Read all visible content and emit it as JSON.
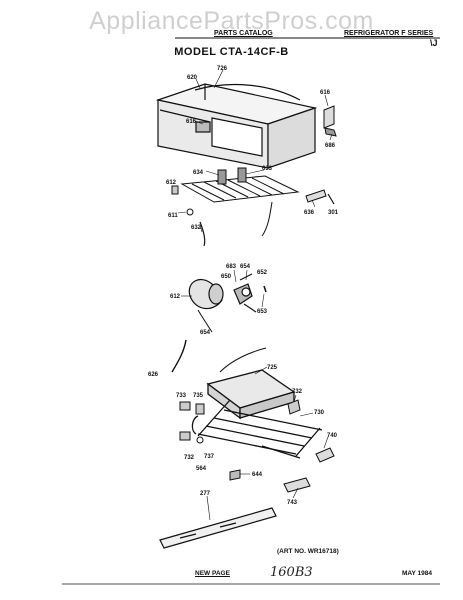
{
  "watermark": "AppliancePartsPros.com",
  "header": {
    "left": "PARTS CATALOG",
    "right": "REFRIGERATOR F SERIES",
    "mark": "\\J"
  },
  "model_title": "MODEL CTA-14CF-B",
  "footer": {
    "art_no": "(ART NO. WR16718)",
    "new_page": "NEW PAGE",
    "handwritten": "160B3",
    "date": "MAY 1984"
  },
  "part_labels": [
    {
      "id": "p726",
      "text": "726"
    },
    {
      "id": "p620",
      "text": "620"
    },
    {
      "id": "p616a",
      "text": "616"
    },
    {
      "id": "p616b",
      "text": "616"
    },
    {
      "id": "p686",
      "text": "686"
    },
    {
      "id": "p634",
      "text": "634"
    },
    {
      "id": "p633",
      "text": "633"
    },
    {
      "id": "p612a",
      "text": "612"
    },
    {
      "id": "p636",
      "text": "636"
    },
    {
      "id": "p301",
      "text": "301"
    },
    {
      "id": "p611",
      "text": "611"
    },
    {
      "id": "p632",
      "text": "632"
    },
    {
      "id": "p683",
      "text": "683"
    },
    {
      "id": "p654a",
      "text": "654"
    },
    {
      "id": "p650",
      "text": "650"
    },
    {
      "id": "p652",
      "text": "652"
    },
    {
      "id": "p612b",
      "text": "612"
    },
    {
      "id": "p653",
      "text": "653"
    },
    {
      "id": "p654b",
      "text": "654"
    },
    {
      "id": "p626",
      "text": "626"
    },
    {
      "id": "p725",
      "text": "725"
    },
    {
      "id": "p732a",
      "text": "732"
    },
    {
      "id": "p733",
      "text": "733"
    },
    {
      "id": "p735",
      "text": "735"
    },
    {
      "id": "p730",
      "text": "730"
    },
    {
      "id": "p740",
      "text": "740"
    },
    {
      "id": "p732b",
      "text": "732"
    },
    {
      "id": "p737",
      "text": "737"
    },
    {
      "id": "p564",
      "text": "564"
    },
    {
      "id": "p644",
      "text": "644"
    },
    {
      "id": "p277",
      "text": "277"
    },
    {
      "id": "p743",
      "text": "743"
    }
  ]
}
